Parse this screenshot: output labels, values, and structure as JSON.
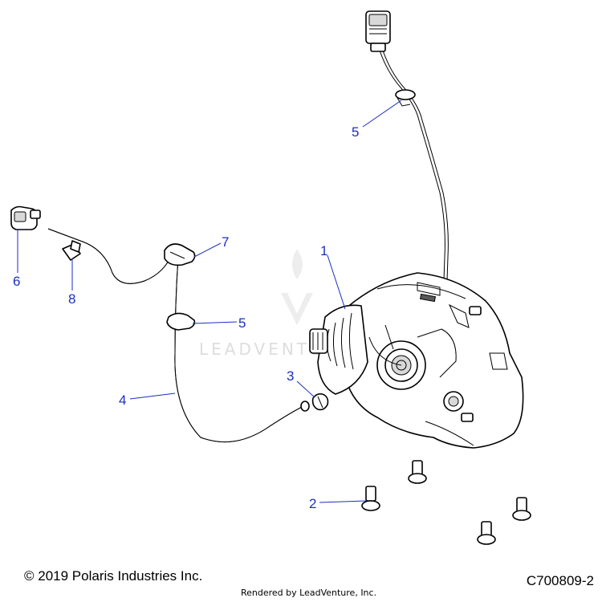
{
  "callouts": {
    "c1": "1",
    "c2": "2",
    "c3": "3",
    "c4": "4",
    "c5a": "5",
    "c5b": "5",
    "c6": "6",
    "c7": "7",
    "c8": "8"
  },
  "watermark": "LEADVENTURE",
  "footer": {
    "copyright": "© 2019 Polaris Industries Inc.",
    "rendered_by": "Rendered by LeadVenture, Inc.",
    "diagram_id": "C700809-2"
  },
  "colors": {
    "callout": "#1a2fbf"
  }
}
